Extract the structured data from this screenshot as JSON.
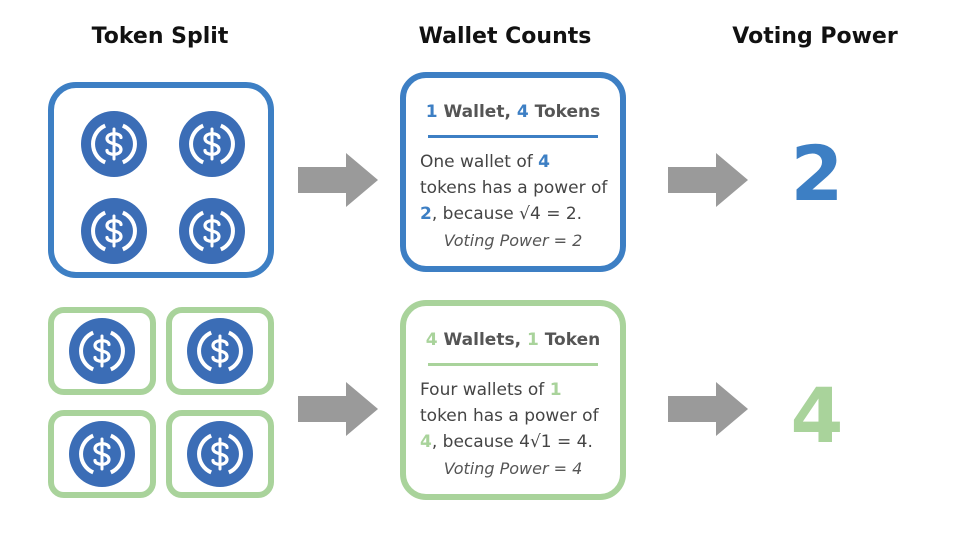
{
  "headings": {
    "token_split": "Token Split",
    "wallet_counts": "Wallet Counts",
    "voting_power": "Voting Power"
  },
  "colors": {
    "blue": "#3d7fc4",
    "green": "#a9d39b",
    "coin": "#3b6db6",
    "arrow": "#9a9a9a"
  },
  "icons": {
    "coin": "usdc-coin-icon",
    "arrow": "arrow-right-icon"
  },
  "scenario1": {
    "title_n1": "1",
    "title_w": " Wallet, ",
    "title_n2": "4",
    "title_t": " Tokens",
    "body_a": "One wallet of ",
    "body_b": "4",
    "body_c": " tokens has a power of ",
    "body_d": "2",
    "body_e": ", because √4 = 2.",
    "vp_label": "Voting Power = 2",
    "result": "2"
  },
  "scenario2": {
    "title_n1": "4",
    "title_w": " Wallets, ",
    "title_n2": "1",
    "title_t": " Token",
    "body_a": "Four wallets of ",
    "body_b": "1",
    "body_c": " token has a power of ",
    "body_d": "4",
    "body_e": ", because 4√1 = 4.",
    "vp_label": "Voting Power = 4",
    "result": "4"
  }
}
